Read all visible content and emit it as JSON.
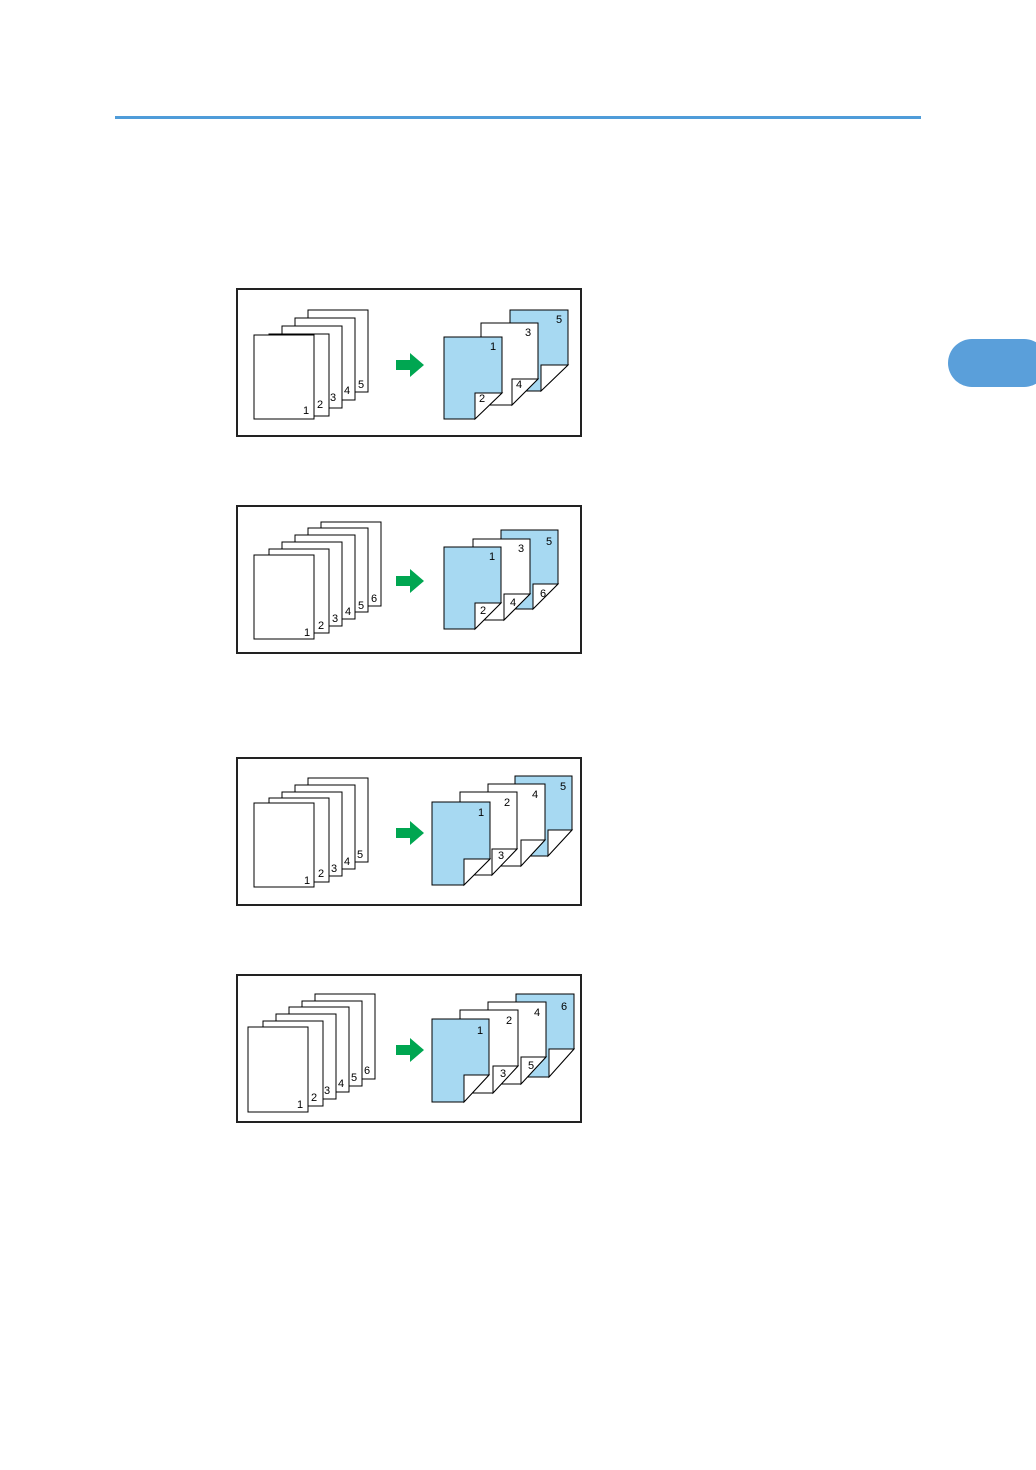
{
  "colors": {
    "accent_rule": "#4f9cd9",
    "chapter_tab": "#5a9fda",
    "copy_fill": "#a7d9f2",
    "arrow": "#00a651"
  },
  "figures": [
    {
      "originals": [
        "1",
        "2",
        "3",
        "4",
        "5"
      ],
      "copies": [
        {
          "front": "1",
          "back": "2"
        },
        {
          "front": "3",
          "back": "4"
        },
        {
          "front": "5",
          "back": ""
        }
      ]
    },
    {
      "originals": [
        "1",
        "2",
        "3",
        "4",
        "5",
        "6"
      ],
      "copies": [
        {
          "front": "1",
          "back": "2"
        },
        {
          "front": "3",
          "back": "4"
        },
        {
          "front": "5",
          "back": "6"
        }
      ]
    },
    {
      "originals": [
        "1",
        "2",
        "3",
        "4",
        "5"
      ],
      "copies": [
        {
          "front": "1",
          "back": ""
        },
        {
          "front": "2",
          "back": "3"
        },
        {
          "front": "4",
          "back": ""
        },
        {
          "front": "5",
          "back": ""
        }
      ]
    },
    {
      "originals": [
        "1",
        "2",
        "3",
        "4",
        "5",
        "6"
      ],
      "copies": [
        {
          "front": "1",
          "back": ""
        },
        {
          "front": "2",
          "back": "3"
        },
        {
          "front": "4",
          "back": "5"
        },
        {
          "front": "6",
          "back": ""
        }
      ]
    }
  ]
}
